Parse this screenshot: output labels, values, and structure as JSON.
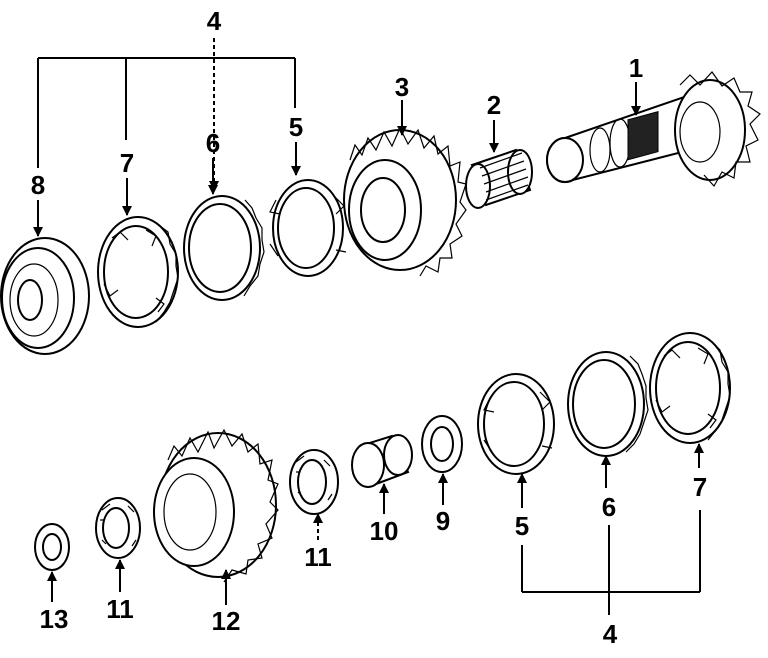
{
  "diagram": {
    "labels": {
      "l1": "1",
      "l2": "2",
      "l3": "3",
      "l4_top": "4",
      "l5_top": "5",
      "l6_top": "6",
      "l7_top": "7",
      "l8": "8",
      "l5_bot": "5",
      "l6_bot": "6",
      "l7_bot": "7",
      "l4_bot": "4",
      "l9": "9",
      "l10": "10",
      "l11_mid": "11",
      "l11_left": "11",
      "l12": "12",
      "l13": "13"
    }
  }
}
